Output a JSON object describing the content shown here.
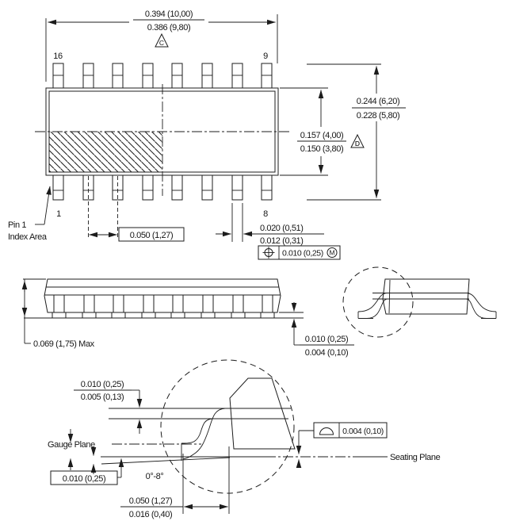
{
  "title": "SOIC 16-pin package outline drawing",
  "colors": {
    "line": "#1c1c1c",
    "background": "#ffffff"
  },
  "top_view": {
    "pin_labels": {
      "top_left": "16",
      "top_right": "9",
      "bottom_left": "1",
      "bottom_right": "8"
    },
    "pin1_note": {
      "line1": "Pin 1",
      "line2": "Index Area"
    },
    "overall_length": {
      "max": "0.394 (10,00)",
      "min": "0.386 (9,80)"
    },
    "flag_c": "C",
    "flag_d": "D",
    "body_width": {
      "max": "0.157 (4,00)",
      "min": "0.150 (3,80)"
    },
    "overall_width": {
      "max": "0.244 (6,20)",
      "min": "0.228 (5,80)"
    },
    "pitch": "0.050 (1,27)",
    "lead_width": {
      "max": "0.020 (0,51)",
      "min": "0.012 (0,31)"
    },
    "true_position": {
      "value": "0.010 (0,25)",
      "modifier": "M"
    }
  },
  "side_view": {
    "height": "0.069 (1,75) Max",
    "standoff": {
      "max": "0.010 (0,25)",
      "min": "0.004 (0,10)"
    }
  },
  "detail_view": {
    "lead_thickness": {
      "max": "0.010 (0,25)",
      "min": "0.005 (0,13)"
    },
    "gauge_plane": "Gauge Plane",
    "seating_plane": "Seating Plane",
    "gauge_to_seating": "0.010 (0,25)",
    "lead_angle": "0°-8°",
    "foot_length": {
      "max": "0.050 (1,27)",
      "min": "0.016 (0,40)"
    },
    "seating_flatness": {
      "value": "0.004 (0,10)"
    }
  }
}
